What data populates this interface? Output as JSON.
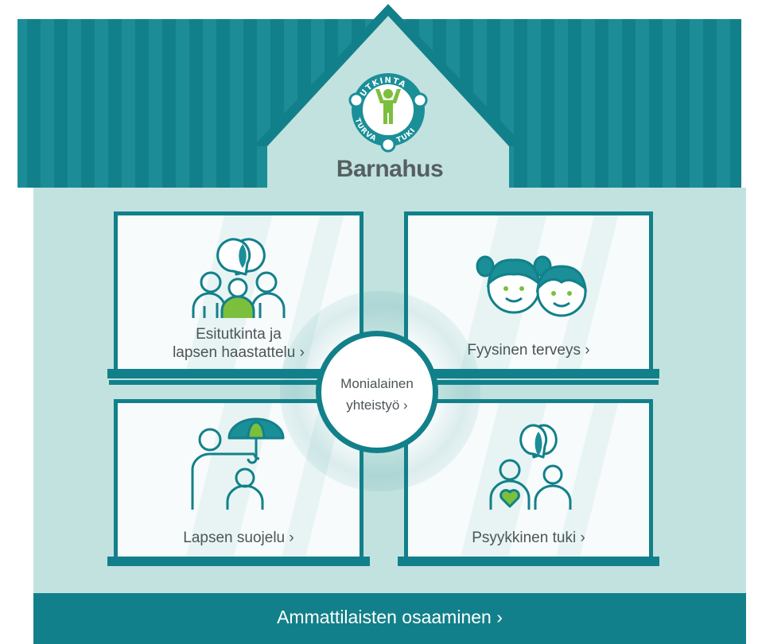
{
  "brand": {
    "name": "Barnahus",
    "logo_ring_words": [
      "TUTKINTA",
      "TURVA",
      "TUKI"
    ]
  },
  "colors": {
    "teal": "#12808a",
    "teal_light": "#1a8f98",
    "wall": "#c2e2df",
    "green": "#7cbf3c",
    "text": "#4b5558"
  },
  "windows": {
    "esitutkinta": {
      "line1": "Esitutkinta ja",
      "line2": "lapsen haastattelu ›",
      "icon": "interview-people-icon"
    },
    "fyysinen": {
      "label": "Fyysinen terveys ›",
      "icon": "children-faces-icon"
    },
    "lapsen_suojelu": {
      "label": "Lapsen suojelu ›",
      "icon": "umbrella-protection-icon"
    },
    "psyykkinen": {
      "label": "Psyykkinen tuki ›",
      "icon": "heart-support-icon"
    }
  },
  "center": {
    "line1": "Monialainen",
    "line2": "yhteistyö ›"
  },
  "footer": {
    "label": "Ammattilaisten osaaminen ›"
  }
}
